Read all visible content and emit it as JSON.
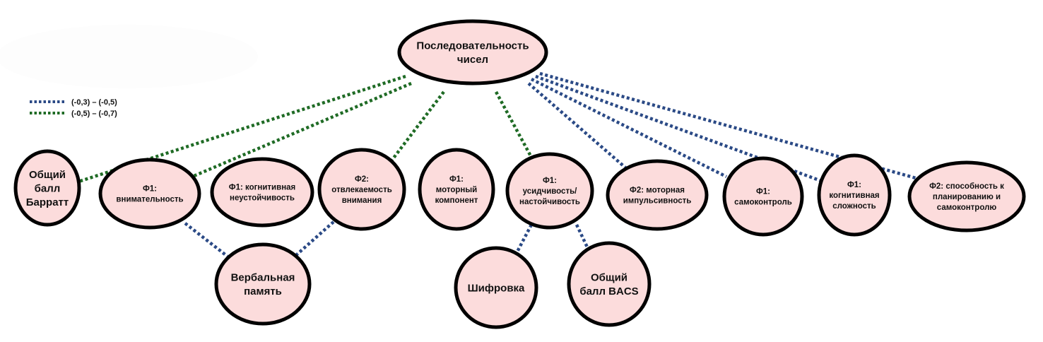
{
  "colors": {
    "node_fill": "#fcdcdc",
    "node_stroke": "#000000",
    "edge_blue": "#2b4a86",
    "edge_green": "#1f6b25"
  },
  "legend": {
    "items": [
      {
        "label": "(-0,3) – (-0,5)",
        "style": "blue"
      },
      {
        "label": "(-0,5) – (-0,7)",
        "style": "green"
      }
    ]
  },
  "nodes": [
    {
      "id": "seq",
      "lines": [
        "Последовательность",
        "чисел"
      ]
    },
    {
      "id": "barratt",
      "lines": [
        "Общий",
        "балл",
        "Барратт"
      ]
    },
    {
      "id": "attention",
      "lines": [
        "Ф1:",
        "внимательность"
      ]
    },
    {
      "id": "cog_instab",
      "lines": [
        "Ф1: когнитивная",
        "неустойчивость"
      ]
    },
    {
      "id": "distract",
      "lines": [
        "Ф2:",
        "отвлекаемость",
        "внимания"
      ]
    },
    {
      "id": "motor_comp",
      "lines": [
        "Ф1:",
        "моторный",
        "компонент"
      ]
    },
    {
      "id": "persist",
      "lines": [
        "Ф1:",
        "усидчивость/",
        "настойчивость"
      ]
    },
    {
      "id": "motor_imp",
      "lines": [
        "Ф2: моторная",
        "импульсивность"
      ]
    },
    {
      "id": "selfcontrol",
      "lines": [
        "Ф1:",
        "самоконтроль"
      ]
    },
    {
      "id": "cog_complex",
      "lines": [
        "Ф1:",
        "когнитивная",
        "сложность"
      ]
    },
    {
      "id": "planning",
      "lines": [
        "Ф2: способность к",
        "планированию и",
        "самоконтролю"
      ]
    },
    {
      "id": "verbal",
      "lines": [
        "Вербальная",
        "память"
      ]
    },
    {
      "id": "coding",
      "lines": [
        "Шифровка"
      ]
    },
    {
      "id": "bacs",
      "lines": [
        "Общий",
        "балл BACS"
      ]
    }
  ],
  "edges": [
    {
      "from": "seq",
      "to": "barratt",
      "style": "green"
    },
    {
      "from": "seq",
      "to": "attention",
      "style": "green"
    },
    {
      "from": "seq",
      "to": "distract",
      "style": "green"
    },
    {
      "from": "seq",
      "to": "persist",
      "style": "green"
    },
    {
      "from": "seq",
      "to": "motor_imp",
      "style": "blue"
    },
    {
      "from": "seq",
      "to": "selfcontrol",
      "style": "blue"
    },
    {
      "from": "seq",
      "to": "cog_complex",
      "style": "blue"
    },
    {
      "from": "seq",
      "to": "planning",
      "style": "blue"
    },
    {
      "from": "attention",
      "to": "verbal",
      "style": "blue"
    },
    {
      "from": "distract",
      "to": "verbal",
      "style": "blue"
    },
    {
      "from": "persist",
      "to": "coding",
      "style": "blue"
    },
    {
      "from": "persist",
      "to": "bacs",
      "style": "blue"
    }
  ]
}
